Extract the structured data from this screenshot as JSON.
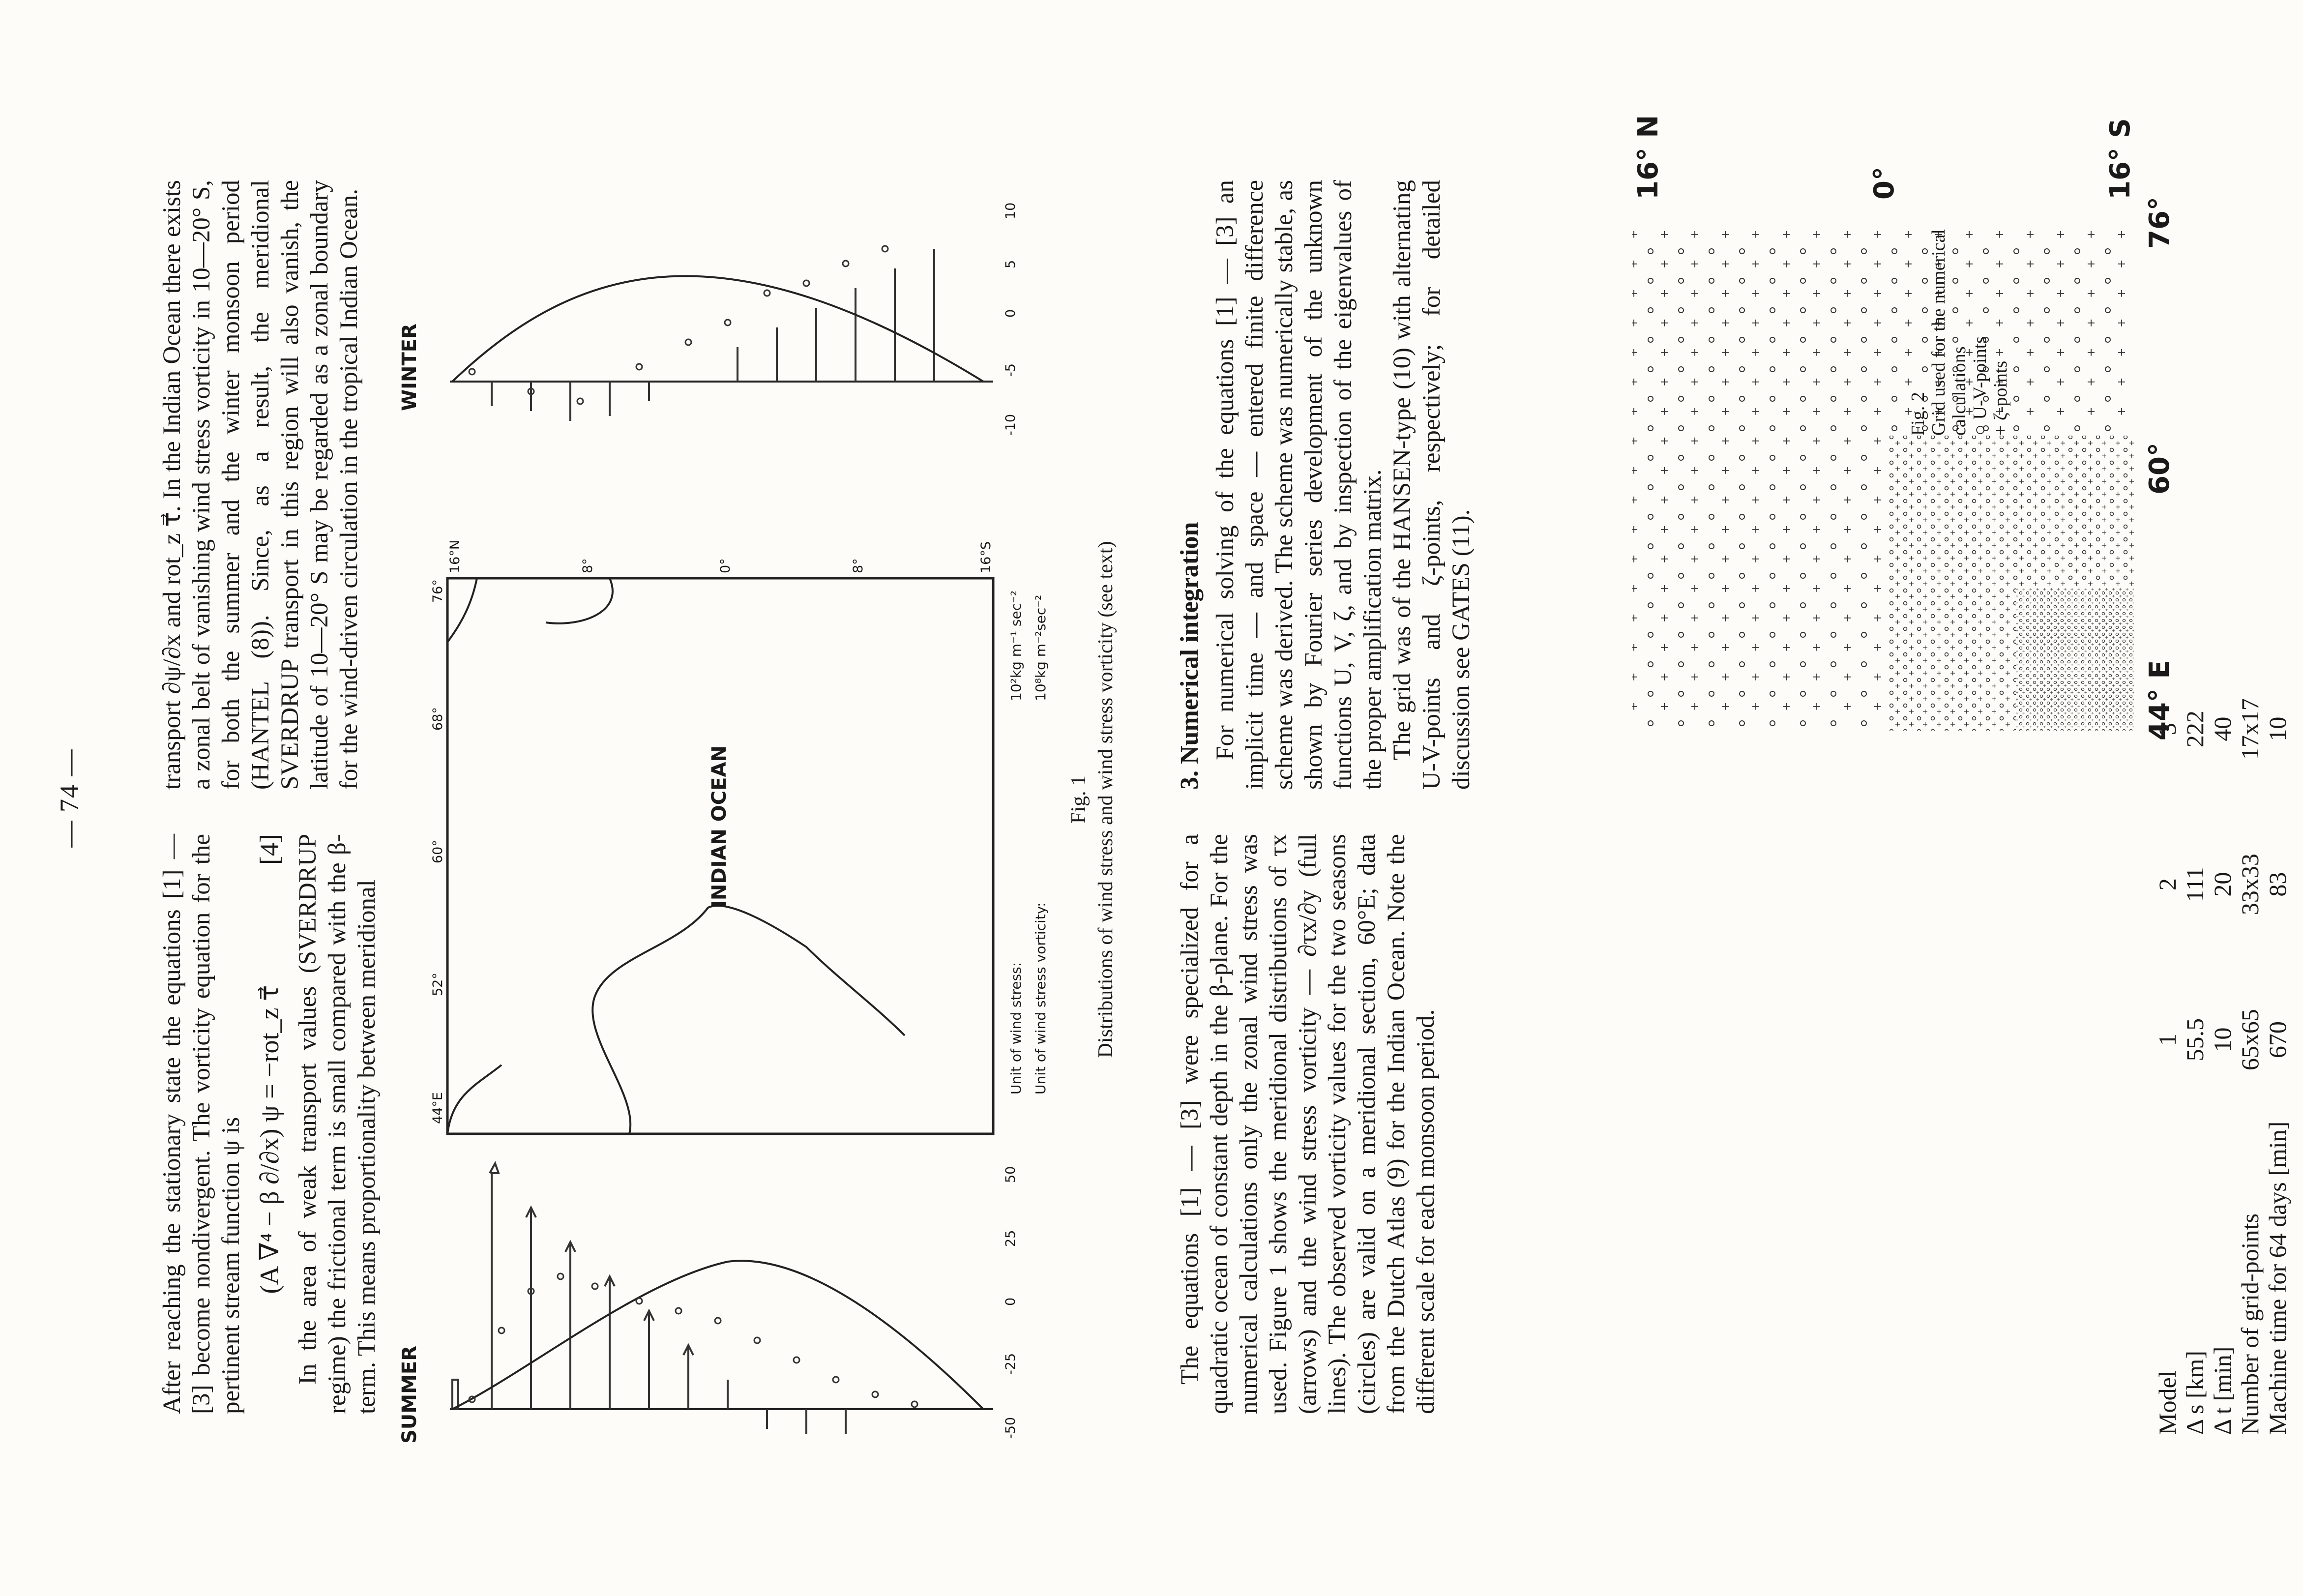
{
  "page_number": "— 74 —",
  "left_column": {
    "para1": "After reaching the stationary state the equations [1] — [3] become nondivergent. The vorticity equation for the pertinent stream function ψ is",
    "equation": "(A ∇⁴ − β ∂/∂x) ψ = −rot_z τ⃗",
    "equation_number": "[4]",
    "para2": "In the area of weak transport values (SVERDRUP regime) the frictional term is small compared with the β-term. This means proportionality between meridional"
  },
  "right_column": {
    "para1": "transport ∂ψ/∂x and rot_z τ⃗. In the Indian Ocean there exists a zonal belt of vanishing wind stress vorticity in 10—20° S, for both the summer and the winter monsoon period (HANTEL (8)). Since, as a result, the meridional SVERDRUP transport in this region will also vanish, the latitude of 10—20° S may be regarded as a zonal boundary for the wind-driven circulation in the tropical Indian Ocean."
  },
  "figure1": {
    "summer_label": "SUMMER",
    "winter_label": "WINTER",
    "ocean_label": "INDIAN OCEAN",
    "lon_ticks": [
      "44°E",
      "52°",
      "60°",
      "68°",
      "76°"
    ],
    "lat_ticks": [
      "16°N",
      "8°",
      "0°",
      "8°",
      "16°S"
    ],
    "summer_scale": [
      "-50",
      "-25",
      "0",
      "25",
      "50"
    ],
    "winter_scale": [
      "-10",
      "-5",
      "0",
      "5",
      "10"
    ],
    "unit_stress_label": "Unit of wind stress:",
    "unit_stress_value": "10²kg m⁻¹ sec⁻²",
    "unit_vort_label": "Unit of wind stress vorticity:",
    "unit_vort_value": "10⁸kg m⁻²sec⁻²",
    "fig_number": "Fig. 1",
    "caption": "Distributions of wind stress and wind stress vorticity (see text)"
  },
  "lower_left_text": "The equations [1] — [3] were specialized for a quadratic ocean of constant depth in the β-plane. For the numerical calculations only the zonal wind stress was used. Figure 1 shows the meridional distributions of τx (arrows) and the wind stress vorticity — ∂τx/∂y (full lines). The observed vorticity values for the two seasons (circles) are valid on a meridional section, 60°E; data from the Dutch Atlas (9) for the Indian Ocean. Note the different scale for each monsoon period.",
  "section3": {
    "heading": "3. Numerical integration",
    "para1": "For numerical solving of the equations [1] — [3] an implicit time — and space — entered finite difference scheme was derived. The scheme was numerically stable, as shown by Fourier series development of the unknown functions U, V, ζ, and by inspection of the eigenvalues of the proper amplification matrix.",
    "para2": "The grid was of the HANSEN-type (10) with alternating U-V-points and ζ-points, respectively; for detailed discussion see GATES (11)."
  },
  "figure2": {
    "lon_labels": [
      "44° E",
      "60°",
      "76°"
    ],
    "lat_labels": [
      "16° N",
      "0°",
      "16° S"
    ],
    "fig_number": "Fig. 2",
    "caption_line1": "Grid used for the numerical",
    "caption_line2": "calculations",
    "legend_uv": "○ U-V-points",
    "legend_zeta": "+ ζ-points"
  },
  "model_table": {
    "row_labels": [
      "Model",
      "Δ s [km]",
      "Δ t [min]",
      "Number of grid-points",
      "Machine time for 64 days [min]"
    ],
    "columns": [
      [
        "1",
        "55.5",
        "10",
        "65x65",
        "670"
      ],
      [
        "2",
        "111",
        "20",
        "33x33",
        "83"
      ],
      [
        "3",
        "222",
        "40",
        "17x17",
        "10"
      ]
    ]
  }
}
